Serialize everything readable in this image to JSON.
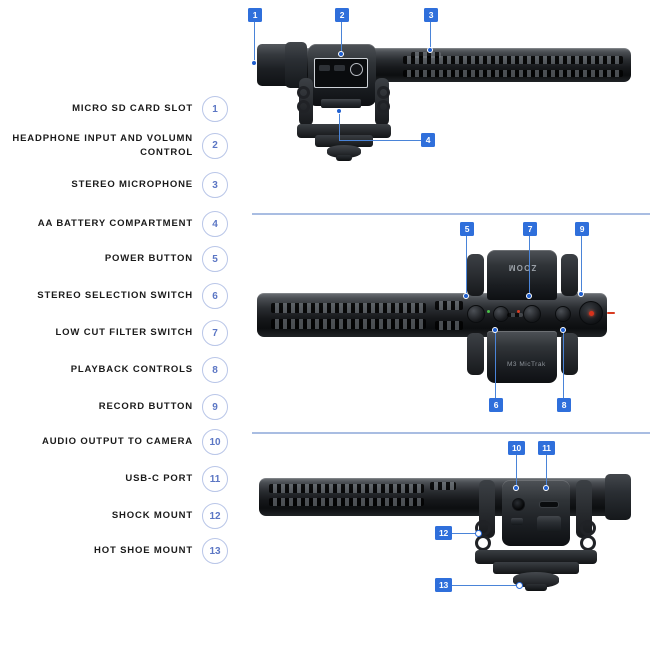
{
  "product": {
    "brand": "ZOOM",
    "model": "M3",
    "model_suffix": "MicTrak"
  },
  "legend": {
    "items": [
      {
        "number": "1",
        "label": "MICRO SD CARD SLOT"
      },
      {
        "number": "2",
        "label": "HEADPHONE INPUT AND VOLUMN\nCONTROL"
      },
      {
        "number": "3",
        "label": "STEREO MICROPHONE"
      },
      {
        "number": "4",
        "label": "AA BATTERY COMPARTMENT"
      },
      {
        "number": "5",
        "label": "POWER BUTTON"
      },
      {
        "number": "6",
        "label": "STEREO SELECTION SWITCH"
      },
      {
        "number": "7",
        "label": "LOW CUT FILTER SWITCH"
      },
      {
        "number": "8",
        "label": "PLAYBACK CONTROLS"
      },
      {
        "number": "9",
        "label": "RECORD BUTTON"
      },
      {
        "number": "10",
        "label": "AUDIO OUTPUT TO CAMERA"
      },
      {
        "number": "11",
        "label": "USB-C PORT"
      },
      {
        "number": "12",
        "label": "SHOCK MOUNT"
      },
      {
        "number": "13",
        "label": "HOT SHOE MOUNT"
      }
    ]
  },
  "callouts": {
    "view1": [
      {
        "number": "1"
      },
      {
        "number": "2"
      },
      {
        "number": "3"
      },
      {
        "number": "4"
      }
    ],
    "view2": [
      {
        "number": "5"
      },
      {
        "number": "6"
      },
      {
        "number": "7"
      },
      {
        "number": "8"
      },
      {
        "number": "9"
      }
    ],
    "view3": [
      {
        "number": "10"
      },
      {
        "number": "11"
      },
      {
        "number": "12"
      },
      {
        "number": "13"
      }
    ]
  },
  "colors": {
    "badge_blue": "#2f6fdb",
    "leader_blue": "#4a84d8",
    "circle_outline": "#b9c6e8",
    "circle_text": "#5b76c4",
    "divider": "#a9bde2",
    "background": "#ffffff"
  }
}
